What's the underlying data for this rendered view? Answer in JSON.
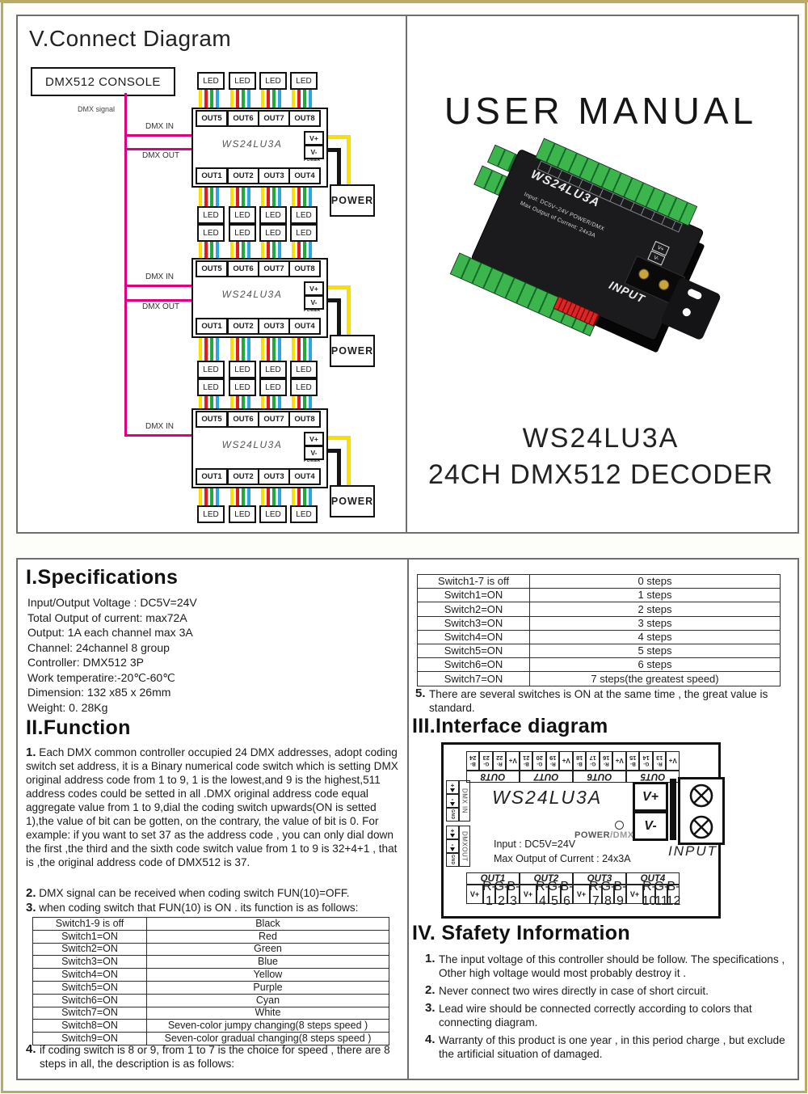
{
  "connect": {
    "title": "V.Connect Diagram",
    "console": "DMX512 CONSOLE",
    "dmx_signal": "DMX  signal",
    "dmx_in": "DMX IN",
    "dmx_out": "DMX OUT",
    "unit": "WS24LU3A",
    "led": "LED",
    "power": "POWER",
    "vplus": "V+",
    "vminus": "V-",
    "tiny_power": "POWER",
    "out_top": [
      "OUT5",
      "OUT6",
      "OUT7",
      "OUT8"
    ],
    "out_bottom": [
      "OUT1",
      "OUT2",
      "OUT3",
      "OUT4"
    ],
    "colors": {
      "dmx_wire": "#e0007f",
      "wire_yellow": "#f8e000",
      "wire_red": "#e21b1b",
      "wire_green": "#1faa3c",
      "wire_blue": "#29a8e0",
      "power_wire_black": "#151515"
    }
  },
  "cover": {
    "title": "USER MANUAL",
    "model": "WS24LU3A",
    "subtitle": "24CH DMX512 DECODER",
    "device": {
      "name": "WS24LU3A",
      "line1": "Input: DC5V~24V    POWER/DMX",
      "line2": "Max Output of Current: 24x3A",
      "input": "INPUT",
      "vplus": "V+",
      "vminus": "V-"
    }
  },
  "specs": {
    "heading": "I.Specifications",
    "lines": [
      "Input/Output Voltage : DC5V=24V",
      "Total Output of current: max72A",
      "Output: 1A each channel max 3A",
      "Channel: 24channel 8 group",
      "Controller: DMX512  3P",
      "Work temperatire:-20℃-60℃",
      "Dimension: 132 x85 x 26mm",
      "Weight: 0. 28Kg"
    ]
  },
  "func": {
    "heading": "II.Function",
    "items": [
      {
        "n": "1.",
        "text": "Each DMX common controller occupied 24 DMX addresses, adopt coding switch set address, it is a Binary numerical code switch which is setting DMX original address code from 1 to 9, 1 is the lowest,and 9 is the highest,511 address codes could be setted in all .DMX original address code equal aggregate value from 1 to 9,dial the coding switch upwards(ON is setted 1),the value of bit can be gotten, on the contrary, the value of bit is 0. For example: if you want to set 37 as the address code , you can only dial down the first ,the third and the sixth code switch value from 1 to 9 is 32+4+1 , that is ,the original address code of DMX512 is 37."
      },
      {
        "n": "2.",
        "text": "DMX signal can be received when coding switch FUN(10)=OFF."
      },
      {
        "n": "3.",
        "text": "when coding switch that FUN(10) is ON . its function is as follows:"
      },
      {
        "n": "4.",
        "text": "if coding switch is 8 or 9,  from 1 to 7 is the choice for speed , there are 8 steps in all, the description is as follows:"
      },
      {
        "n": "5.",
        "text": "There are several switches is ON at the same time , the great value is standard."
      }
    ]
  },
  "tables": {
    "color": {
      "rows": [
        [
          "Switch1-9 is off",
          "Black"
        ],
        [
          "Switch1=ON",
          "Red"
        ],
        [
          "Switch2=ON",
          "Green"
        ],
        [
          "Switch3=ON",
          "Blue"
        ],
        [
          "Switch4=ON",
          "Yellow"
        ],
        [
          "Switch5=ON",
          "Purple"
        ],
        [
          "Switch6=ON",
          "Cyan"
        ],
        [
          "Switch7=ON",
          "White"
        ],
        [
          "Switch8=ON",
          "Seven-color jumpy changing(8 steps speed )"
        ],
        [
          "Switch9=ON",
          "Seven-color gradual changing(8 steps speed )"
        ]
      ]
    },
    "steps": {
      "rows": [
        [
          "Switch1-7 is off",
          "0 steps"
        ],
        [
          "Switch1=ON",
          "1 steps"
        ],
        [
          "Switch2=ON",
          "2 steps"
        ],
        [
          "Switch3=ON",
          "3 steps"
        ],
        [
          "Switch4=ON",
          "4 steps"
        ],
        [
          "Switch5=ON",
          "5 steps"
        ],
        [
          "Switch6=ON",
          "6 steps"
        ],
        [
          "Switch7=ON",
          "7 steps(the greatest speed)"
        ]
      ]
    }
  },
  "iface": {
    "heading": "III.Interface diagram",
    "model": "WS24LU3A",
    "vplus": "V+",
    "vminus": "V-",
    "input_label": "INPUT",
    "power_led_a": "POWER",
    "power_led_b": "/DMX",
    "line1": "Input : DC5V=24V",
    "line2": "Max  Output  of  Current : 24x3A",
    "dmx_in": "DMX IN",
    "dmx_out": "DMXOUT",
    "gnd": "GND",
    "plus": "+",
    "minus": "-",
    "top_groups": [
      {
        "label": "OUT5",
        "t": [
          [
            "V+",
            ""
          ],
          [
            "R-",
            "13"
          ],
          [
            "G-",
            "14"
          ],
          [
            "B-",
            "15"
          ]
        ]
      },
      {
        "label": "OUT6",
        "t": [
          [
            "V+",
            ""
          ],
          [
            "R-",
            "16"
          ],
          [
            "G-",
            "17"
          ],
          [
            "B-",
            "18"
          ]
        ]
      },
      {
        "label": "OUT7",
        "t": [
          [
            "V+",
            ""
          ],
          [
            "R-",
            "19"
          ],
          [
            "G-",
            "20"
          ],
          [
            "B-",
            "21"
          ]
        ]
      },
      {
        "label": "OUT8",
        "t": [
          [
            "V+",
            ""
          ],
          [
            "R-",
            "22"
          ],
          [
            "G-",
            "23"
          ],
          [
            "B-",
            "24"
          ]
        ]
      }
    ],
    "bottom_groups": [
      {
        "label": "OUT1",
        "t": [
          [
            "V+",
            ""
          ],
          [
            "R-",
            "1"
          ],
          [
            "G-",
            "2"
          ],
          [
            "B-",
            "3"
          ]
        ]
      },
      {
        "label": "OUT2",
        "t": [
          [
            "V+",
            ""
          ],
          [
            "R-",
            "4"
          ],
          [
            "G-",
            "5"
          ],
          [
            "B-",
            "6"
          ]
        ]
      },
      {
        "label": "OUT3",
        "t": [
          [
            "V+",
            ""
          ],
          [
            "R-",
            "7"
          ],
          [
            "G-",
            "8"
          ],
          [
            "B-",
            "9"
          ]
        ]
      },
      {
        "label": "OUT4",
        "t": [
          [
            "V+",
            ""
          ],
          [
            "R-",
            "10"
          ],
          [
            "G-",
            "11"
          ],
          [
            "B-",
            "12"
          ]
        ]
      }
    ]
  },
  "safety": {
    "heading": "IV. Sfafety Information",
    "items": [
      {
        "n": "1.",
        "text": "The input voltage of this controller should be follow. The specifications , Other high voltage would most probably destroy it ."
      },
      {
        "n": "2.",
        "text": "Never connect two wires directly in case of short circuit."
      },
      {
        "n": "3.",
        "text": "Lead wire should be connected correctly according to colors that connecting diagram."
      },
      {
        "n": "4.",
        "text": "Warranty of this product is one year , in this period charge , but exclude the artificial situation of damaged."
      }
    ]
  }
}
